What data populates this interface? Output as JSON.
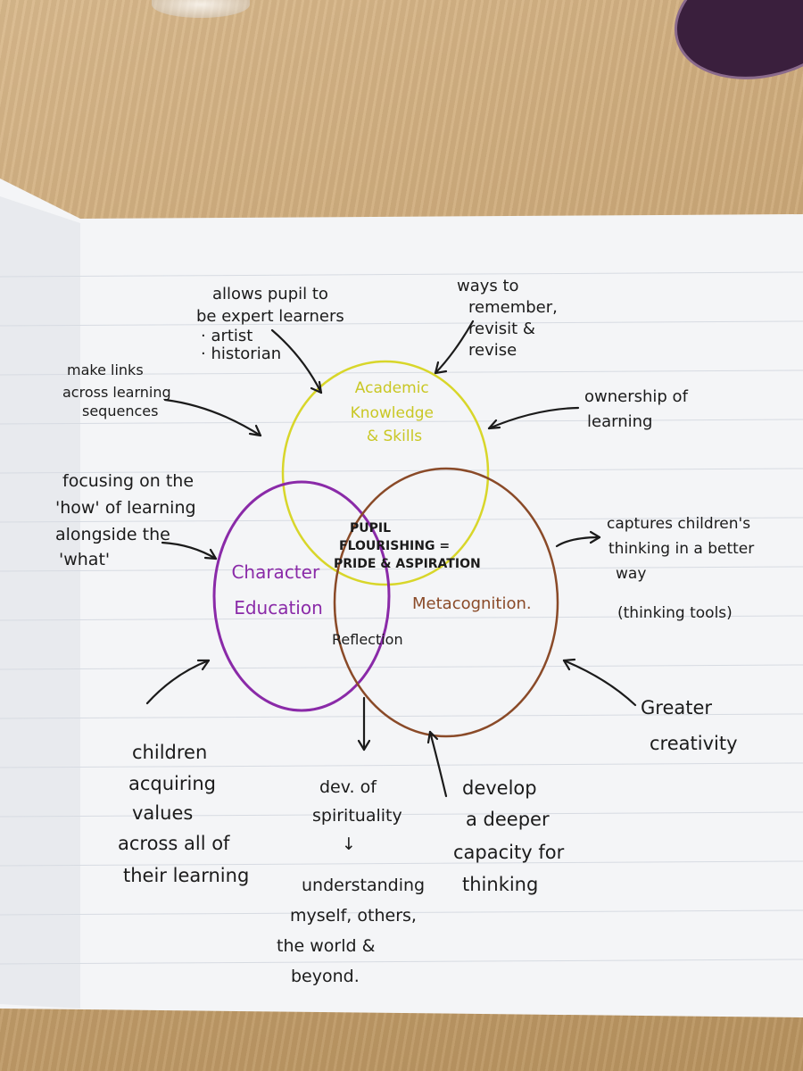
{
  "diagram": {
    "circles": {
      "academic": {
        "label_lines": [
          "Academic",
          "Knowledge",
          "& Skills"
        ],
        "color": "#d8d62a"
      },
      "character": {
        "label_lines": [
          "Character",
          "Education"
        ],
        "color": "#8a2aa8"
      },
      "metacognition": {
        "label_lines": [
          "Metacognition."
        ],
        "color": "#8a4a28"
      }
    },
    "center_lines": [
      "PUPIL",
      "FLOURISHING =",
      "PRIDE & ASPIRATION"
    ],
    "reflection": "Reflection",
    "notes": {
      "expert": [
        "allows pupil to",
        "be expert learners",
        "· artist",
        "· historian"
      ],
      "remember": [
        "ways to",
        "remember,",
        "revisit &",
        "revise"
      ],
      "links": [
        "make links",
        "across learning",
        "sequences"
      ],
      "ownership": [
        "ownership of",
        "learning"
      ],
      "focusing": [
        "focusing on the",
        "'how' of learning",
        "alongside the",
        "'what'"
      ],
      "captures": [
        "captures children's",
        "thinking in a better",
        "way",
        "(thinking tools)"
      ],
      "children": [
        "children",
        "acquiring",
        "values",
        "across all of",
        "their learning"
      ],
      "spirituality": [
        "dev. of",
        "spirituality",
        "↓",
        "understanding",
        "myself, others,",
        "the world &",
        "beyond."
      ],
      "deeper": [
        "develop",
        "a deeper",
        "capacity for",
        "thinking"
      ],
      "creativity": [
        "Greater",
        "creativity"
      ]
    }
  }
}
